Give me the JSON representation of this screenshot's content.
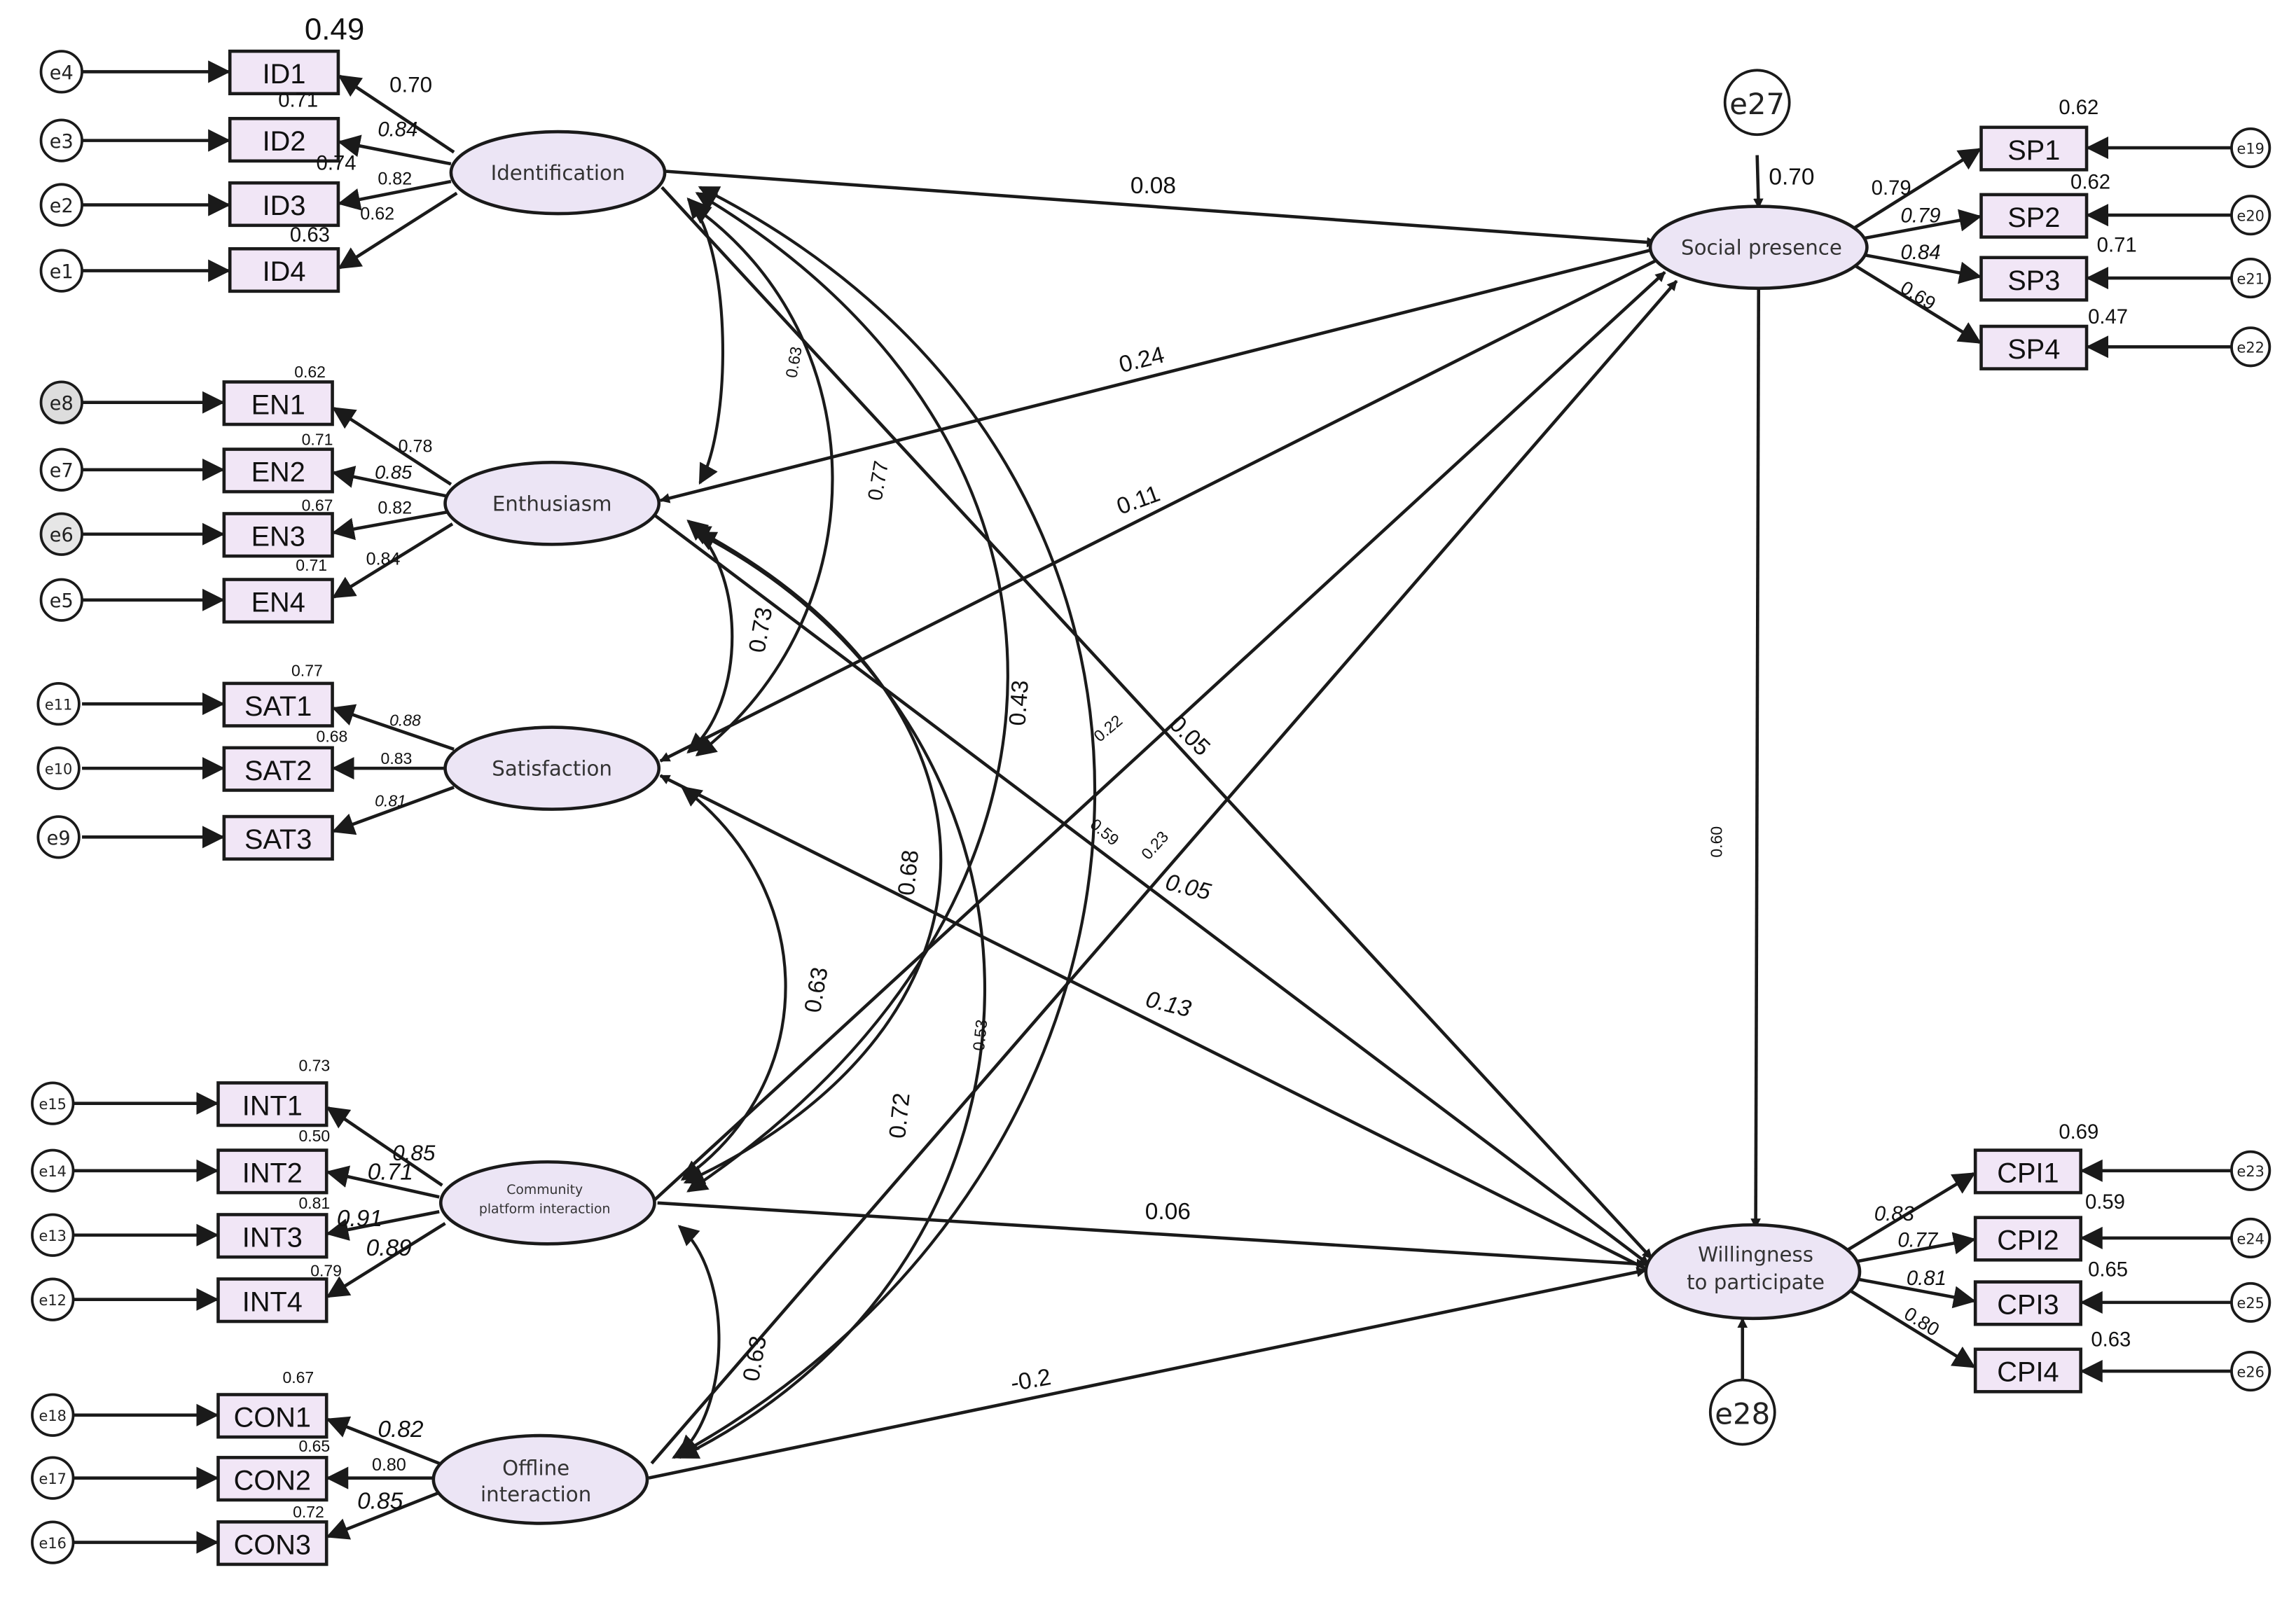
{
  "latent": {
    "ID": "Identification",
    "EN": "Enthusiasm",
    "SAT": "Satisfaction",
    "INT": [
      "Community",
      "platform interaction"
    ],
    "CON": [
      "Offline",
      "interaction"
    ],
    "SP": "Social presence",
    "WP": [
      "Willingness",
      "to participate"
    ]
  },
  "indicators": {
    "ID1": {
      "label": "ID1",
      "error": "e4",
      "loading": "0.70",
      "r2": "0.49"
    },
    "ID2": {
      "label": "ID2",
      "error": "e3",
      "loading": "0.84",
      "r2": "0.71"
    },
    "ID3": {
      "label": "ID3",
      "error": "e2",
      "loading": "0.82",
      "r2": "0.74"
    },
    "ID4": {
      "label": "ID4",
      "error": "e1",
      "loading": "0.62",
      "r2": "0.63"
    },
    "EN1": {
      "label": "EN1",
      "error": "e8",
      "loading": "0.78",
      "r2": "0.62"
    },
    "EN2": {
      "label": "EN2",
      "error": "e7",
      "loading": "0.85",
      "r2": "0.71"
    },
    "EN3": {
      "label": "EN3",
      "error": "e6",
      "loading": "0.82",
      "r2": "0.67"
    },
    "EN4": {
      "label": "EN4",
      "error": "e5",
      "loading": "0.84",
      "r2": "0.71"
    },
    "SAT1": {
      "label": "SAT1",
      "error": "e11",
      "loading": "0.88",
      "r2": "0.77"
    },
    "SAT2": {
      "label": "SAT2",
      "error": "e10",
      "loading": "0.83",
      "r2": "0.68"
    },
    "SAT3": {
      "label": "SAT3",
      "error": "e9",
      "loading": "0.81",
      "r2": ""
    },
    "INT1": {
      "label": "INT1",
      "error": "e15",
      "loading": "0.85",
      "r2": "0.73"
    },
    "INT2": {
      "label": "INT2",
      "error": "e14",
      "loading": "0.71",
      "r2": "0.50"
    },
    "INT3": {
      "label": "INT3",
      "error": "e13",
      "loading": "0.91",
      "r2": "0.81"
    },
    "INT4": {
      "label": "INT4",
      "error": "e12",
      "loading": "0.89",
      "r2": "0.79"
    },
    "CON1": {
      "label": "CON1",
      "error": "e18",
      "loading": "0.82",
      "r2": "0.67"
    },
    "CON2": {
      "label": "CON2",
      "error": "e17",
      "loading": "0.80",
      "r2": "0.65"
    },
    "CON3": {
      "label": "CON3",
      "error": "e16",
      "loading": "0.85",
      "r2": "0.72"
    },
    "SP1": {
      "label": "SP1",
      "error": "e19",
      "loading": "0.79",
      "r2": "0.62"
    },
    "SP2": {
      "label": "SP2",
      "error": "e20",
      "loading": "0.79",
      "r2": "0.62"
    },
    "SP3": {
      "label": "SP3",
      "error": "e21",
      "loading": "0.84",
      "r2": "0.71"
    },
    "SP4": {
      "label": "SP4",
      "error": "e22",
      "loading": "0.69",
      "r2": "0.47"
    },
    "CPI1": {
      "label": "CPI1",
      "error": "e23",
      "loading": "0.83",
      "r2": "0.69"
    },
    "CPI2": {
      "label": "CPI2",
      "error": "e24",
      "loading": "0.77",
      "r2": "0.59"
    },
    "CPI3": {
      "label": "CPI3",
      "error": "e25",
      "loading": "0.81",
      "r2": "0.65"
    },
    "CPI4": {
      "label": "CPI4",
      "error": "e26",
      "loading": "0.80",
      "r2": "0.63"
    }
  },
  "disturbances": {
    "SP": "e27",
    "WP": "e28"
  },
  "sp_r2": "0.70",
  "paths": {
    "ID_SP": "0.08",
    "EN_SP": "0.24",
    "SAT_SP": "0.11",
    "INT_SP": "0.22",
    "CON_SP": "0.23",
    "ID_WP": "0.05",
    "EN_WP": "0.59",
    "SAT_WP": "0.13",
    "EN_WP_b": "0.05",
    "INT_WP": "0.06",
    "CON_WP": "-0.2",
    "SP_WP": "0.60"
  },
  "covariances": {
    "ID_EN": "0.63",
    "ID_SAT": "0.77",
    "ID_INT": "0.43",
    "ID_CON": "0.53",
    "EN_SAT": "0.73",
    "EN_INT": "0.68",
    "EN_CON": "0.72",
    "SAT_INT": "0.63",
    "INT_CON": "0.63"
  }
}
